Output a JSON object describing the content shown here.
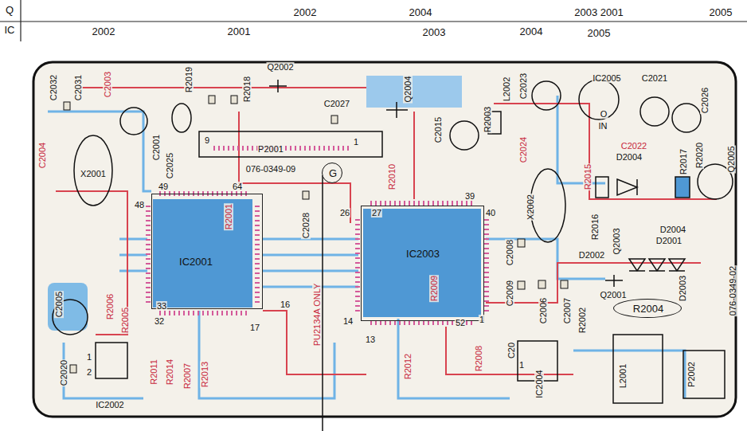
{
  "diagram": {
    "nodes": [
      {
        "text": [
          "IC2001"
        ]
      },
      {
        "text": [
          "IC2003"
        ]
      },
      {
        "text": [
          "R2004"
        ]
      },
      {
        "text": [
          "G"
        ]
      }
    ],
    "labels": [
      "Q",
      "2002",
      "2004",
      "2003 2001",
      "2005",
      "IC",
      "2002",
      "2001",
      "2003",
      "2004",
      "2005",
      "C2032",
      "C2031",
      "C2003",
      "R2019",
      "R2018",
      "Q2002",
      "C2027",
      "Q2004",
      "R2003",
      "L2002",
      "C2023",
      "IC2005",
      "C2021",
      "C2026",
      "C2004",
      "X2001",
      "C2001",
      "C2025",
      "9",
      "P2001",
      "1",
      "076-0349-09",
      "R2010",
      "C2015",
      "C2024",
      "O",
      "IN",
      "C2022",
      "R2015",
      "D2004",
      "R2017",
      "R2020",
      "Q2005",
      "49",
      "64",
      "48",
      "R2001",
      "C2028",
      "26",
      "27",
      "39",
      "40",
      "X2002",
      "R2016",
      "Q2003",
      "D2004",
      "D2002",
      "D2001",
      "C2008",
      "C2009",
      "D2003",
      "076-0349-02",
      "C2005",
      "R2006",
      "R2005",
      "33",
      "32",
      "16",
      "17",
      "PU2134A ONLY",
      "14",
      "R2009",
      "52",
      "1",
      "C2006",
      "C2007",
      "R2002",
      "Q2001",
      "C2020",
      "1",
      "2",
      "IC2002",
      "R2011",
      "R2014",
      "R2007",
      "R2013",
      "13",
      "R2012",
      "R2008",
      "C20",
      "1",
      "IC2004",
      "L2001",
      "P2002"
    ]
  }
}
